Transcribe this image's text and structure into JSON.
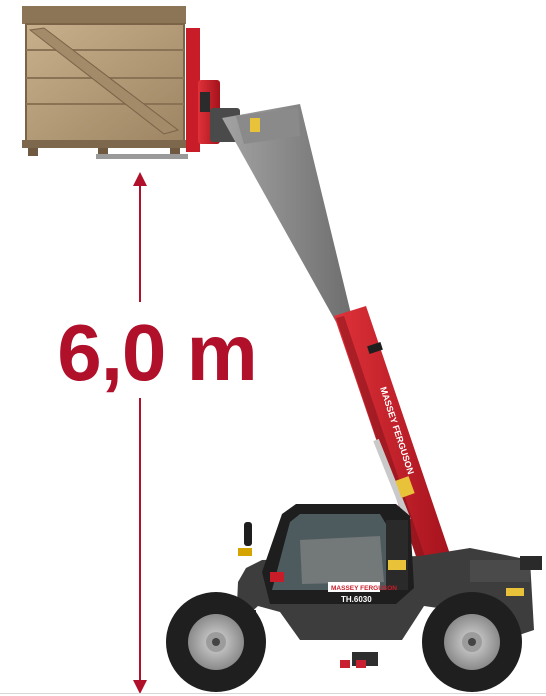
{
  "height_label": "6,0 m",
  "machine": {
    "brand_text": "MASSEY FERGUSON",
    "model_text": "TH.6030",
    "cab_badge": "MASSEY FERGUSON"
  },
  "colors": {
    "dimension_accent": "#b0102a",
    "machine_red": "#d01f2b",
    "boom_grey": "#8f8f8f",
    "chassis_dark": "#3a3a3a",
    "tyre_black": "#1f1f1f",
    "crate_wood": "#b49a78"
  }
}
